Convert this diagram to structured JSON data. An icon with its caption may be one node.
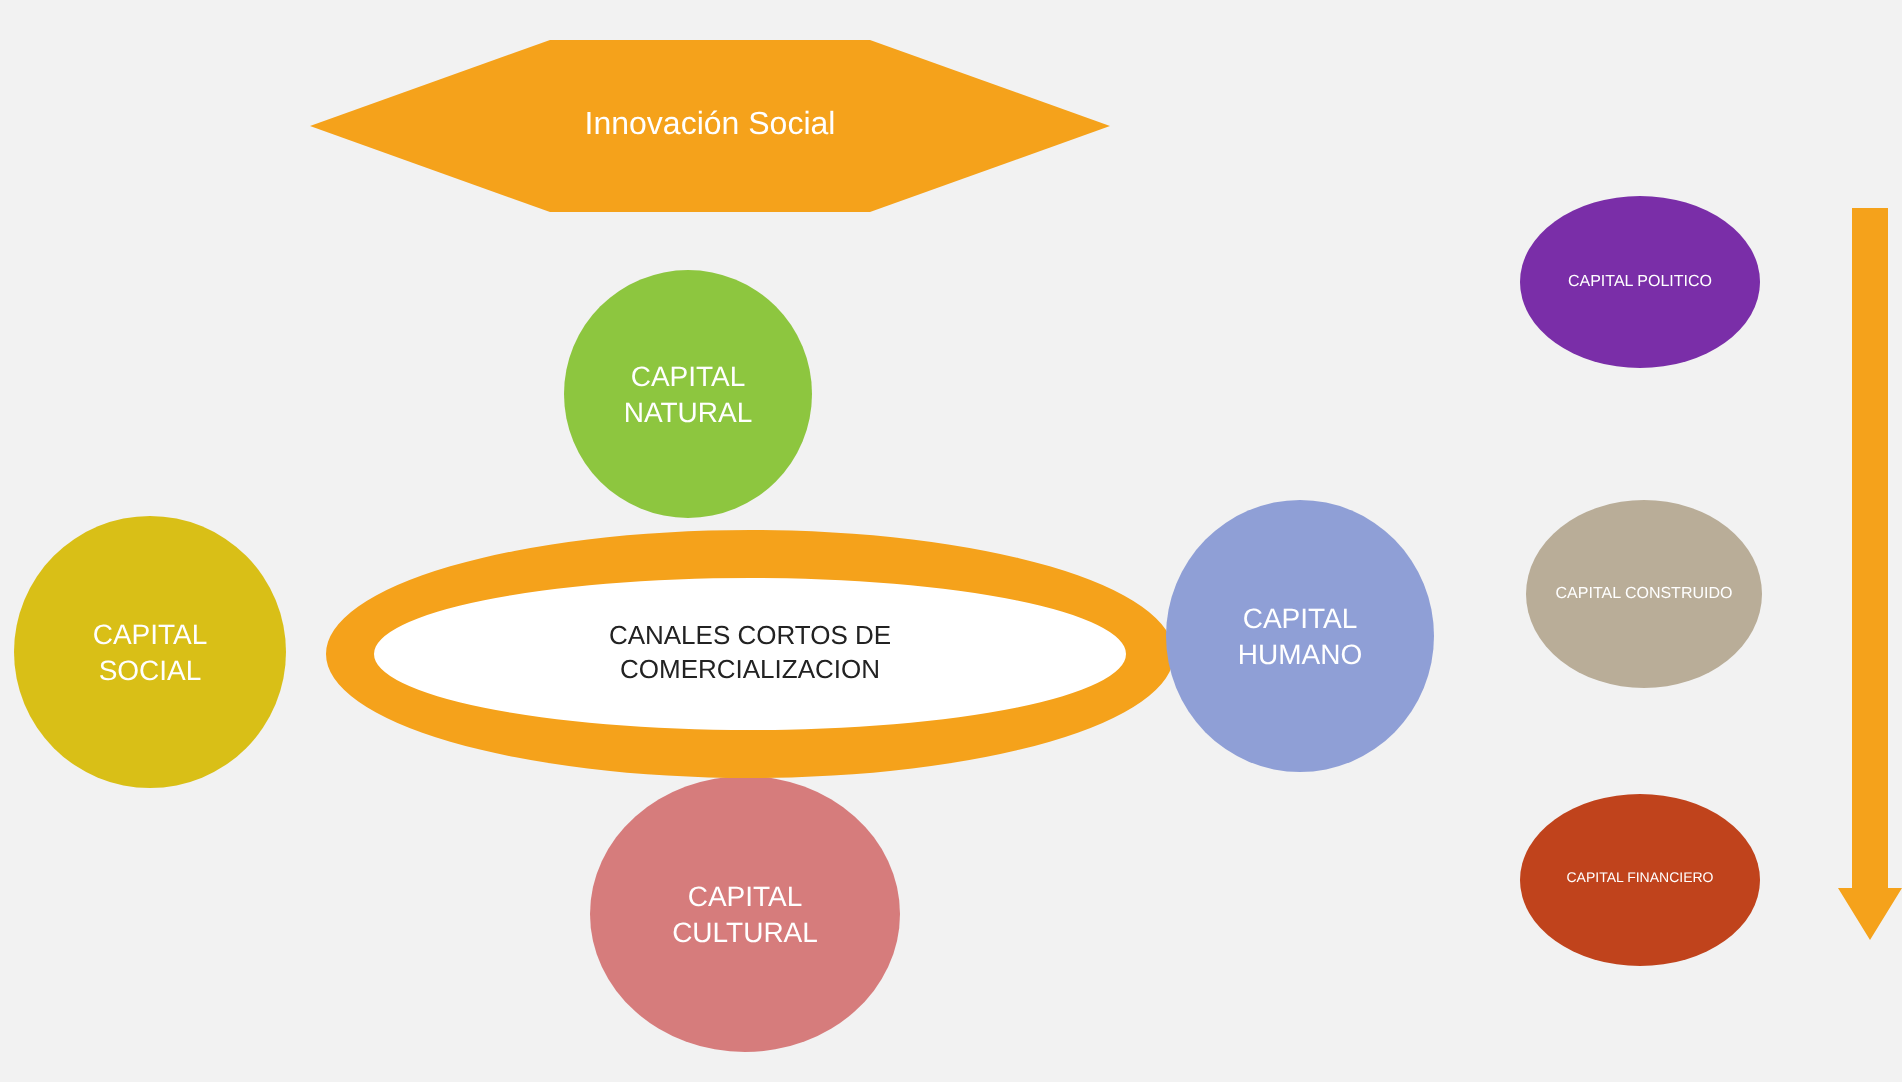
{
  "diagram": {
    "nodes": [
      {
        "text": [
          "Innovación Social"
        ]
      },
      {
        "text": [
          "CAPITAL NATURAL"
        ]
      },
      {
        "text": [
          "CAPITAL SOCIAL"
        ]
      },
      {
        "text": [
          "CANALES CORTOS DE COMERCIALIZACION"
        ]
      },
      {
        "text": [
          "CAPITAL HUMANO"
        ]
      },
      {
        "text": [
          "CAPITAL CULTURAL"
        ]
      },
      {
        "text": [
          "CAPITAL POLITICO"
        ]
      },
      {
        "text": [
          "CAPITAL CONSTRUIDO"
        ]
      },
      {
        "text": [
          "CAPITAL FINANCIERO"
        ]
      }
    ]
  }
}
